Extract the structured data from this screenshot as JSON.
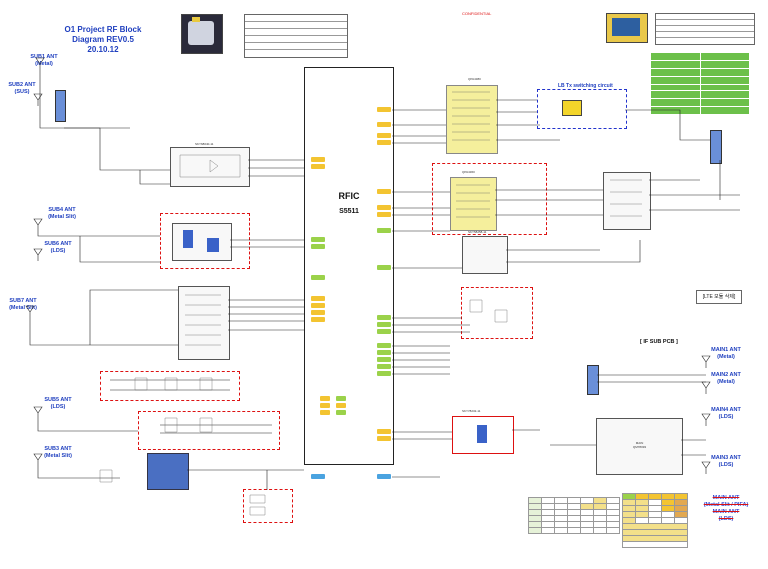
{
  "header": {
    "title_line1": "O1 Project RF Block Diagram REV0.5",
    "title_line2": "20.10.12",
    "top_red_label": "CONFIDENTIAL"
  },
  "rfic": {
    "name": "RFIC",
    "part": "S5511"
  },
  "antennas": {
    "sub1": [
      "SUB1 ANT",
      "(Metal)"
    ],
    "sub2": [
      "SUB2 ANT",
      "(SUS)"
    ],
    "sub4": [
      "SUB4 ANT",
      "(Metal Slit)"
    ],
    "sub6": [
      "SUB6 ANT",
      "(LDS)"
    ],
    "sub7": [
      "SUB7 ANT",
      "(Metal Slit)"
    ],
    "sub5": [
      "SUB5 ANT",
      "(LDS)"
    ],
    "sub3": [
      "SUB3 ANT",
      "(Metal Slit)"
    ],
    "main1": [
      "MAIN1 ANT",
      "(Metal)"
    ],
    "main2": [
      "MAIN2 ANT",
      "(Metal)"
    ],
    "main4": [
      "MAIN4 ANT",
      "(LDS)"
    ],
    "main3": [
      "MAIN3 ANT",
      "(LDS)"
    ],
    "main_struck": [
      "MAIN ANT",
      "(Metal Slit / PIFA)",
      "MAIN ANT",
      "(LDS)"
    ]
  },
  "labels": {
    "lb_tx_switching": "LB Tx switching circuit",
    "ltf_note": "[LTE 모듈 삭제]",
    "if_sub_pcb": "[ IF SUB PCB ]",
    "qpa_top": "QPA4380",
    "qpa_mid": "QPA4360",
    "mid_module": "SKY58258-11",
    "lower_module": "SKY78232-11",
    "lb_module": "SKY68040-11",
    "main_block_line1": "MAIN",
    "main_block_line2": "QM78093"
  },
  "colors": {
    "antenna_blue": "#1f3fbf",
    "dash_red": "#d11111",
    "dash_blue": "#2233cc",
    "pill_yellow": "#f3c431",
    "pill_green": "#9bd24a",
    "pill_blue": "#4aa3e0",
    "module_yellow": "#f5ef9c",
    "table_green": "#6cc04a"
  }
}
